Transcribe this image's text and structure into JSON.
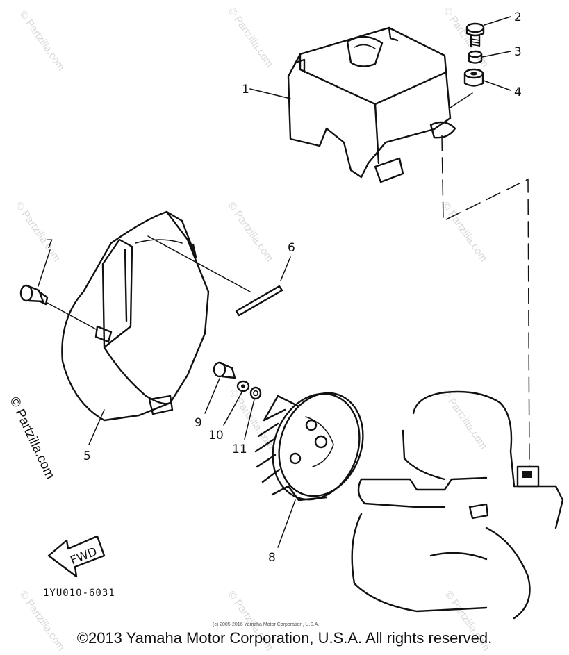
{
  "callouts": [
    "1",
    "2",
    "3",
    "4",
    "5",
    "6",
    "7",
    "8",
    "9",
    "10",
    "11"
  ],
  "watermark_text": "© Partzilla.com",
  "fwd_label": "FWD",
  "diagram_code": "1YU010-6031",
  "fine_print": "(c) 2005-2016 Yamaha Motor Corporation, U.S.A.",
  "copyright": "©2013 Yamaha Motor Corporation, U.S.A. All rights reserved."
}
